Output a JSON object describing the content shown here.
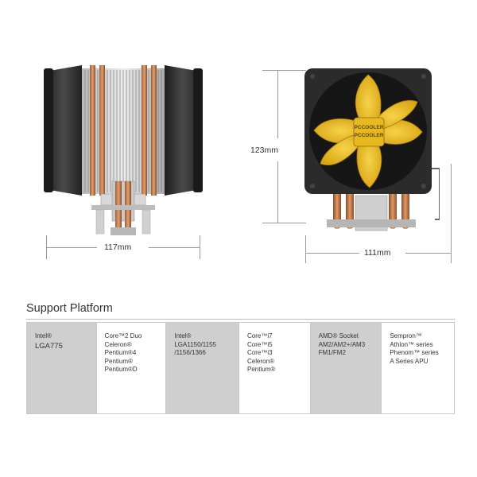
{
  "dimensions": {
    "side_width": "117mm",
    "front_height": "123mm",
    "front_width": "111mm"
  },
  "fan_logo": {
    "line1": "PCCOOLER",
    "line2": "PCCOOLER"
  },
  "support": {
    "title": "Support Platform",
    "columns": [
      {
        "lines": [
          "Intel®",
          "LGA775"
        ]
      },
      {
        "lines": [
          "Core™2 Duo",
          "Celeron®",
          "Pentium®4",
          "Pentium®",
          "Pentium®D"
        ]
      },
      {
        "lines": [
          "Intel®",
          "LGA1150/1155",
          "/1156/1366"
        ]
      },
      {
        "lines": [
          "Core™i7",
          "Core™i5",
          "Core™i3",
          "Celeron®",
          "Pentium®"
        ]
      },
      {
        "lines": [
          "AMD® Socket",
          "AM2/AM2+/AM3",
          "FM1/FM2"
        ]
      },
      {
        "lines": [
          "Sempron™",
          "Athlon™ series",
          "Phenom™ series",
          "A Series APU"
        ]
      }
    ]
  },
  "colors": {
    "fan_blade": "#e3b21c",
    "fan_frame": "#2b2b2b",
    "heatpipe": "#c9824f",
    "table_gray": "#cfcfcf"
  }
}
